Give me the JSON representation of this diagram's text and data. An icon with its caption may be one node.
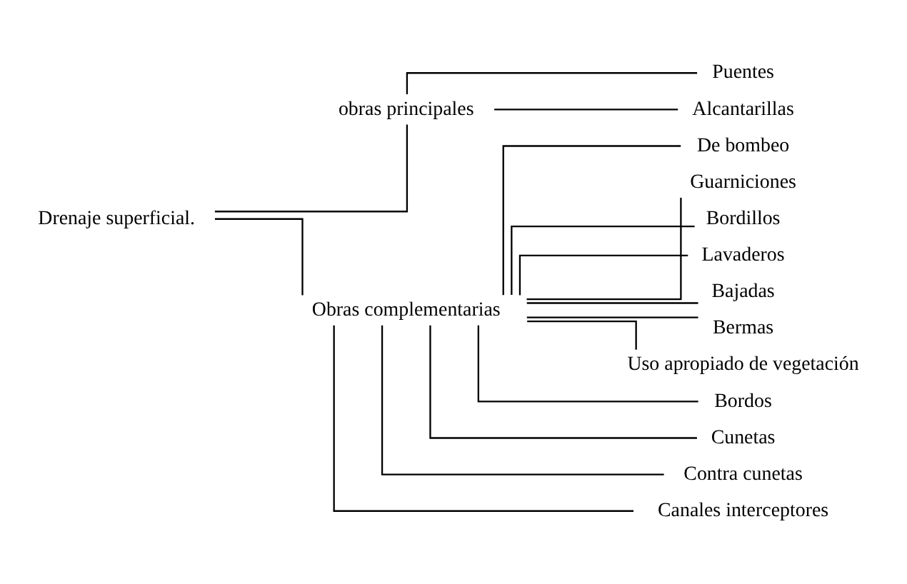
{
  "diagram": {
    "nodes": [
      {
        "text": [
          "Drenaje superficial."
        ]
      },
      {
        "text": [
          "obras principales"
        ]
      },
      {
        "text": [
          "Puentes"
        ]
      },
      {
        "text": [
          "Alcantarillas"
        ]
      },
      {
        "text": [
          "Obras complementarias"
        ]
      },
      {
        "text": [
          "De bombeo"
        ]
      },
      {
        "text": [
          "Guarniciones"
        ]
      },
      {
        "text": [
          "Bordillos"
        ]
      },
      {
        "text": [
          "Lavaderos"
        ]
      },
      {
        "text": [
          "Bajadas"
        ]
      },
      {
        "text": [
          "Bermas"
        ]
      },
      {
        "text": [
          "Uso apropiado de vegetación"
        ]
      },
      {
        "text": [
          "Bordos"
        ]
      },
      {
        "text": [
          "Cunetas"
        ]
      },
      {
        "text": [
          "Contra cunetas"
        ]
      },
      {
        "text": [
          "Canales interceptores"
        ]
      }
    ],
    "edges": [
      {
        "from": 0,
        "to": 1,
        "arrow": "none"
      },
      {
        "from": 0,
        "to": 4,
        "arrow": "none"
      },
      {
        "from": 1,
        "to": 2,
        "arrow": "none"
      },
      {
        "from": 1,
        "to": 3,
        "arrow": "none"
      },
      {
        "from": 4,
        "to": 5,
        "arrow": "none"
      },
      {
        "from": 4,
        "to": 6,
        "arrow": "none"
      },
      {
        "from": 4,
        "to": 7,
        "arrow": "none"
      },
      {
        "from": 4,
        "to": 8,
        "arrow": "none"
      },
      {
        "from": 4,
        "to": 9,
        "arrow": "none"
      },
      {
        "from": 4,
        "to": 10,
        "arrow": "none"
      },
      {
        "from": 4,
        "to": 11,
        "arrow": "none"
      },
      {
        "from": 4,
        "to": 12,
        "arrow": "none"
      },
      {
        "from": 4,
        "to": 13,
        "arrow": "none"
      },
      {
        "from": 4,
        "to": 14,
        "arrow": "none"
      },
      {
        "from": 4,
        "to": 15,
        "arrow": "none"
      }
    ]
  }
}
